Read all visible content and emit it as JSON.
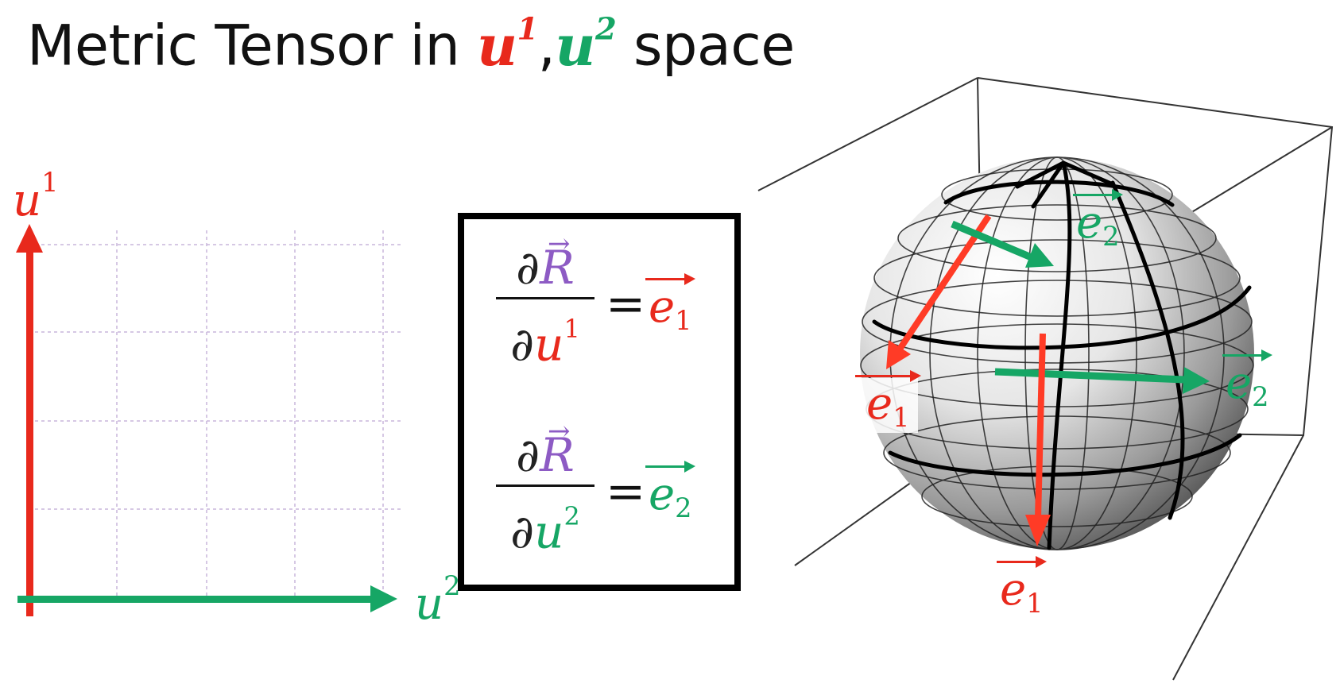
{
  "title": {
    "prefix": "Metric Tensor in ",
    "u1_base": "u",
    "u1_sup": "1",
    "comma": ",",
    "u2_base": "u",
    "u2_sup": "2",
    "suffix": " space"
  },
  "axes": {
    "vertical_label_base": "u",
    "vertical_label_sup": "1",
    "horizontal_label_base": "u",
    "horizontal_label_sup": "2"
  },
  "equations": [
    {
      "partial_num": "∂",
      "num_vector": "R",
      "partial_den": "∂",
      "den_base": "u",
      "den_sup": "1",
      "equals": "=",
      "basis_base": "e",
      "basis_sub": "1"
    },
    {
      "partial_num": "∂",
      "num_vector": "R",
      "partial_den": "∂",
      "den_base": "u",
      "den_sup": "2",
      "equals": "=",
      "basis_base": "e",
      "basis_sub": "2"
    }
  ],
  "sphere_labels": [
    {
      "base": "e",
      "sub": "2"
    },
    {
      "base": "e",
      "sub": "1"
    },
    {
      "base": "e",
      "sub": "2"
    },
    {
      "base": "e",
      "sub": "1"
    }
  ],
  "colors": {
    "u1": "#e8291c",
    "u2": "#16a665",
    "vector_R": "#8d5bc4",
    "grid": "#c9b6dc",
    "frame": "#333333"
  }
}
